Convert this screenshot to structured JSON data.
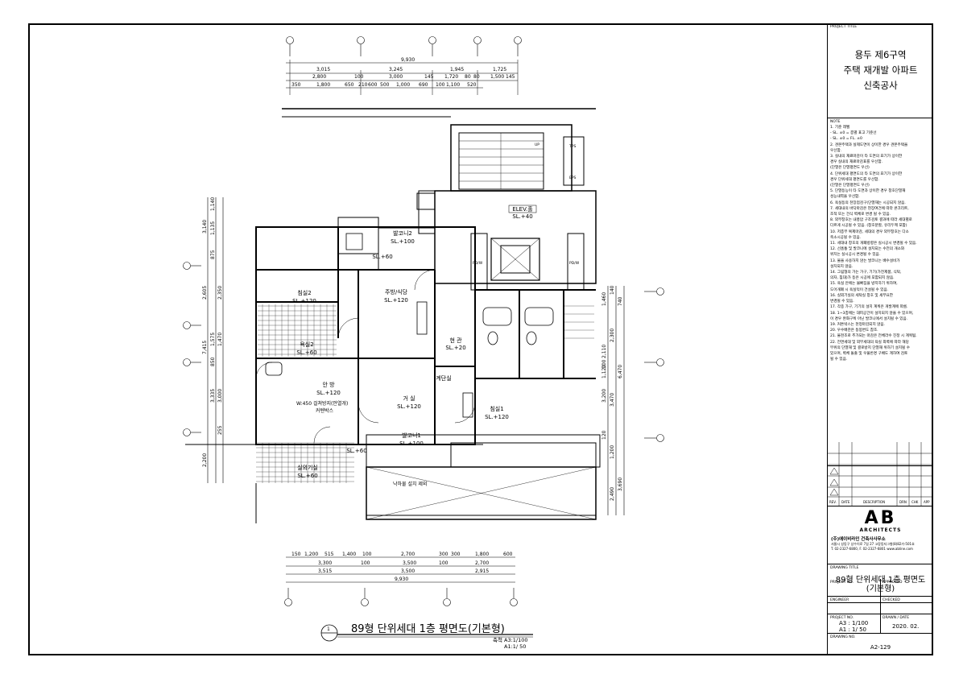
{
  "project_title_label": "PROJECT TITLE",
  "project_title": [
    "용두 제6구역",
    "주택 재개발 아파트",
    "신축공사"
  ],
  "note_label": "NOTE",
  "notes": [
    "1. 기준 레벨",
    "  - SL. ±0 = 층별 표고 기준선",
    "  - SL. ±0 = FL. ±0",
    "2. 견본주택과 실제도면이 상이한 경우 견본주택을",
    "   우선함.",
    "3. 실내의 재료마감이 타 도면의 표기가 상이한",
    "   경우 실내의 재료마감표를 우선함.",
    "   (단열은 단열평면도 우선)",
    "4. 단위세대 평면도의 타 도면의 표기가 상이한",
    "   경우 단위세대 평면도를 우선함.",
    "   (단열은 단열평면도 우선)",
    "5. 단열등능이 타 도면과 상이한 경우 창호단열재",
    "   성능내역을 우선함.",
    "6. 욕실등의 천장점검구(단열재는 시공되지 않음.",
    "7. 세대내의 바닥마감은 현장여건에 따라 콘크리트,",
    "   조적 또는 건식 벽체로 변경 될 수 있음.",
    "8. 외부창호는 내풍압 구조검토 결과에 따라 세대별로",
    "   다르게 시공될 수 있음. (창호분할, 유리두께 포함)",
    "10. 저층부 복제마감, 세대의 경우 외부창호는 다소",
    "   축소시공될 수 있음.",
    "11. 세대내 창호의 개폐방향은 실시공시 변경될 수 있음.",
    "12. 선홈통 및 발코니에 설치되는 수전의 개소와",
    "   위치는 실시공시 변경될 수 있음.",
    "13. 물을 사용하지 않는 발코니는 배수설비가",
    "   설치되지 않음.",
    "14. 그림형의 가는 가구, 기기(가전제품, 식탁,",
    "   의자, 침대)가 등은 시공에 포함되지 않음.",
    "15. 욕실 안에는 물빠짐을 방지하기 위하여,",
    "   도어개폐 시 욕실턱이 건설될 수 있음.",
    "16. 실외기실의 세탁실 창호 및 세부요한",
    "   변경될 수 있음.",
    "17. 각종 가구, 기기의 설치 계획은 개발계에 따름.",
    "18. 1~3층에는 대피공간이 설치되지 않을 수 있으며,",
    "   이 경우 완화구획 아닌 발코니에서 설치될 수 있음.",
    "19. 커튼박스는 천정마감되지 않음.",
    "20. 우수배관은 동봉변도 참조.",
    "21. 물천조로 추가되는 마감은 전체라수 진정 시 계획됨.",
    "22. 전면세대 및 외부세대의 욕실 외벽에 따라 해당",
    "   부위의 단열재 및 결로방지 단열재 위하기 설치될 수",
    "   있으며, 벽체 돌출 및 우물반경 구배도 계하여 검토",
    "   될 수 있음."
  ],
  "revision_headers": [
    "REV.",
    "DATE",
    "DESCRIPTION",
    "DRN",
    "CHK",
    "APP"
  ],
  "firm": {
    "logo": "AB",
    "logo_sub": "ARCHITECTS",
    "name": "(주)에이비라인 건축사사무소",
    "address": "서울시 성동구 상수이로 7길 27 고장동지그형(8)82가-501호",
    "contact": "T. 02-2327-6800, F. 02-2327-6801  www.abline.com"
  },
  "drawing_title_label": "DRAWING TITLE",
  "drawing_title": [
    "89형 단위세대 1층 평면도",
    "(기본형)"
  ],
  "project_no_label": "PROJECT NO.",
  "approved_label": "APPROVED",
  "engineer_label": "ENGINEER",
  "checked_label": "CHECKED",
  "scale_label": "PROJECT NO.",
  "drawn_date_label": "DRAWN / DATE",
  "scale_a3": "A3 : 1/100",
  "scale_a1": "A1 : 1/ 50",
  "date": "2020. 02.",
  "drawing_no_label": "DRAWING NO.",
  "drawing_no": "A2-129",
  "plan_title": "89형 단위세대 1층 평면도(기본형)",
  "plan_scale": [
    "축척  A3:1/100",
    "A1:1/ 50"
  ],
  "detail_no": "1",
  "rooms": {
    "elev": "ELEV.홀",
    "elev_sl": "SL.+40",
    "balcony2": "발코니2",
    "balcony2_sl": "SL.+100",
    "kitchen": "주방/식당",
    "kitchen_sl": "SL.+120",
    "room2": "침실2",
    "room2_sl": "SL.+120",
    "hall": "현 관",
    "hall_sl": "SL.+20",
    "bath": "욕실2",
    "bath_sl": "SL.+60",
    "master": "안 방",
    "master_sl": "SL.+120",
    "living": "거 실",
    "living_sl": "SL.+120",
    "room1": "침실1",
    "room1_sl": "SL.+120",
    "stair": "계단실",
    "balcony1": "발코니1",
    "balcony1_sl": "SL.+100",
    "utility": "실외기실",
    "utility_sl": "SL.+60",
    "sl60": "SL.+60",
    "sl60b": "SL.+60",
    "curtain": "W:450 걸쳐방지(안열개)",
    "curtain2": "커텐박스",
    "note_bottom": "낙하물 설치 제외"
  },
  "top_dims": {
    "overall": "9,930",
    "row2": [
      "3,015",
      "3,245",
      "1,945",
      "1,725"
    ],
    "row3": [
      "2,800",
      "100",
      "3,000",
      "145",
      "1,720",
      "80",
      "80",
      "1,500",
      "145"
    ],
    "row4": [
      "350",
      "1,800",
      "650",
      "210",
      "600",
      "500",
      "1,000",
      "690",
      "100",
      "1,100",
      "520"
    ]
  },
  "bottom_dims": {
    "row1": [
      "150",
      "1,200",
      "515",
      "1,400",
      "100",
      "2,700",
      "300",
      "300",
      "1,800",
      "600"
    ],
    "row2": [
      "3,300",
      "100",
      "3,500",
      "100",
      "2,700"
    ],
    "row3": [
      "3,515",
      "3,500",
      "2,915"
    ],
    "overall": "9,930"
  },
  "left_dims": [
    "1,140",
    "3,140",
    "1,135",
    "875",
    "2,605",
    "2,350",
    "7,415",
    "1,575",
    "1,470",
    "850",
    "3,335",
    "3,000",
    "255",
    "2,200"
  ],
  "right_dims": [
    "140",
    "1,460",
    "740",
    "2,300",
    "2,110",
    "6,470",
    "100",
    "1,120",
    "3,200",
    "3,470",
    "120",
    "1,200",
    "3,690",
    "2,490"
  ],
  "core_labels": [
    "TPS",
    "EPS",
    "UP",
    "PD/W",
    "PD/W"
  ]
}
